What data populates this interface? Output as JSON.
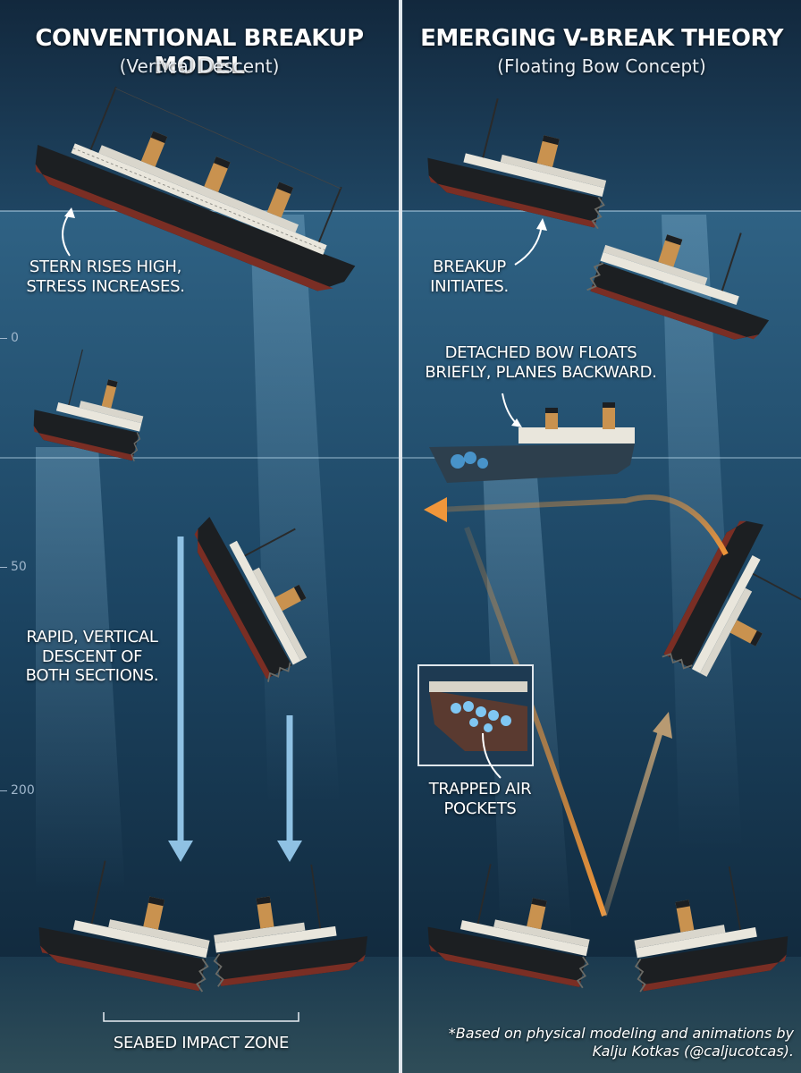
{
  "left_panel": {
    "title": "CONVENTIONAL BREAKUP MODEL",
    "subtitle": "(Vertical Descent)",
    "label_stern": [
      "STERN RISES HIGH,",
      "STRESS INCREASES."
    ],
    "label_descent": [
      "RAPID, VERTICAL",
      "DESCENT OF",
      "BOTH SECTIONS."
    ],
    "label_seabed": "SEABED IMPACT ZONE",
    "depth_ticks": [
      "0",
      "50",
      "200"
    ]
  },
  "right_panel": {
    "title": "EMERGING V-BREAK THEORY",
    "subtitle": "(Floating Bow Concept)",
    "label_breakup": [
      "BREAKUP",
      "INITIATES."
    ],
    "label_bow": [
      "DETACHED BOW FLOATS",
      "BRIEFLY, PLANES BACKWARD."
    ],
    "label_air": [
      "TRAPPED AIR",
      "POCKETS"
    ],
    "credit": [
      "*Based on physical modeling and animations by",
      "Kalju Kotkas (@caljucotcas)."
    ]
  },
  "colors": {
    "water_top": "#2e5f80",
    "water_bottom": "#0d2033",
    "hull_black": "#1c1f22",
    "hull_red": "#7a2e24",
    "funnel": "#c9924f",
    "arrow_blue": "#8fc1e3",
    "arrow_orange": "#f0963a"
  }
}
